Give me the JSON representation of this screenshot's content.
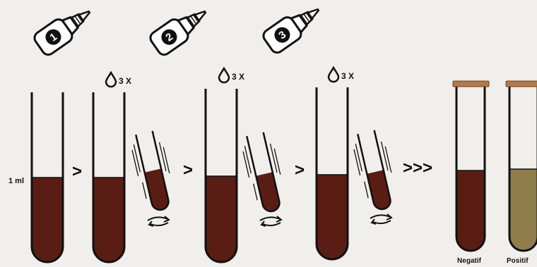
{
  "steps": [
    {
      "bottle_number": "1",
      "drops_label": "3 X"
    },
    {
      "bottle_number": "2",
      "drops_label": "3 X"
    },
    {
      "bottle_number": "3",
      "drops_label": "3 X"
    }
  ],
  "volume_label": "1 ml",
  "step_arrow": ">",
  "final_arrow": ">>>",
  "results": [
    {
      "label": "Negatif",
      "color": "#5a1d14"
    },
    {
      "label": "Positif",
      "color": "#8f7d49"
    }
  ],
  "colors": {
    "liquid": "#5a1d14",
    "cap": "#b47a45",
    "background": "#f1efec"
  }
}
